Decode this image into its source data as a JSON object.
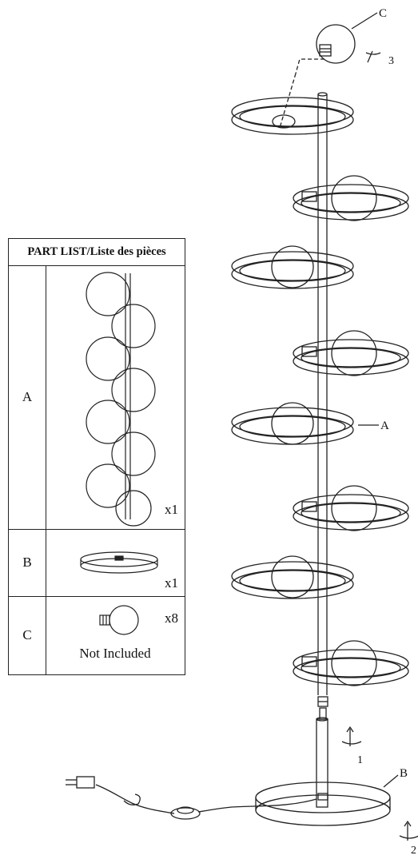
{
  "parts_table": {
    "title": "PART LIST/Liste des pièces",
    "rows": [
      {
        "letter": "A",
        "qty": "x1",
        "note": ""
      },
      {
        "letter": "B",
        "qty": "x1",
        "note": ""
      },
      {
        "letter": "C",
        "qty": "x8",
        "note": "Not Included"
      }
    ]
  },
  "callouts": {
    "a": "A",
    "b": "B",
    "c": "C",
    "step1": "1",
    "step2": "2",
    "step3": "3"
  },
  "colors": {
    "line": "#222222",
    "background": "#ffffff"
  }
}
